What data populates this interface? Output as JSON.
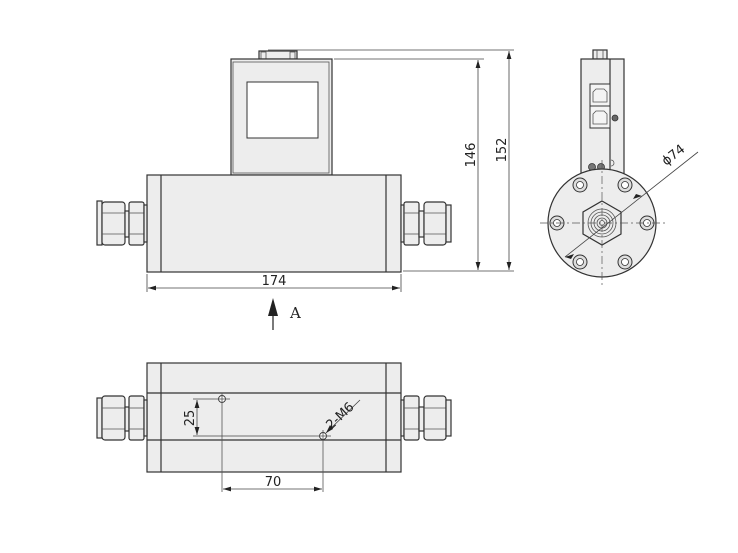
{
  "drawing": {
    "front_view": {
      "dimensions": {
        "total_length": "174",
        "body_height": "146",
        "overall_height": "152"
      },
      "view_arrow_label": "A"
    },
    "side_view": {
      "diameter_label": "ϕ74"
    },
    "bottom_view": {
      "hole_spacing": "70",
      "hole_offset": "25",
      "thread_callout": "2-M6"
    }
  }
}
